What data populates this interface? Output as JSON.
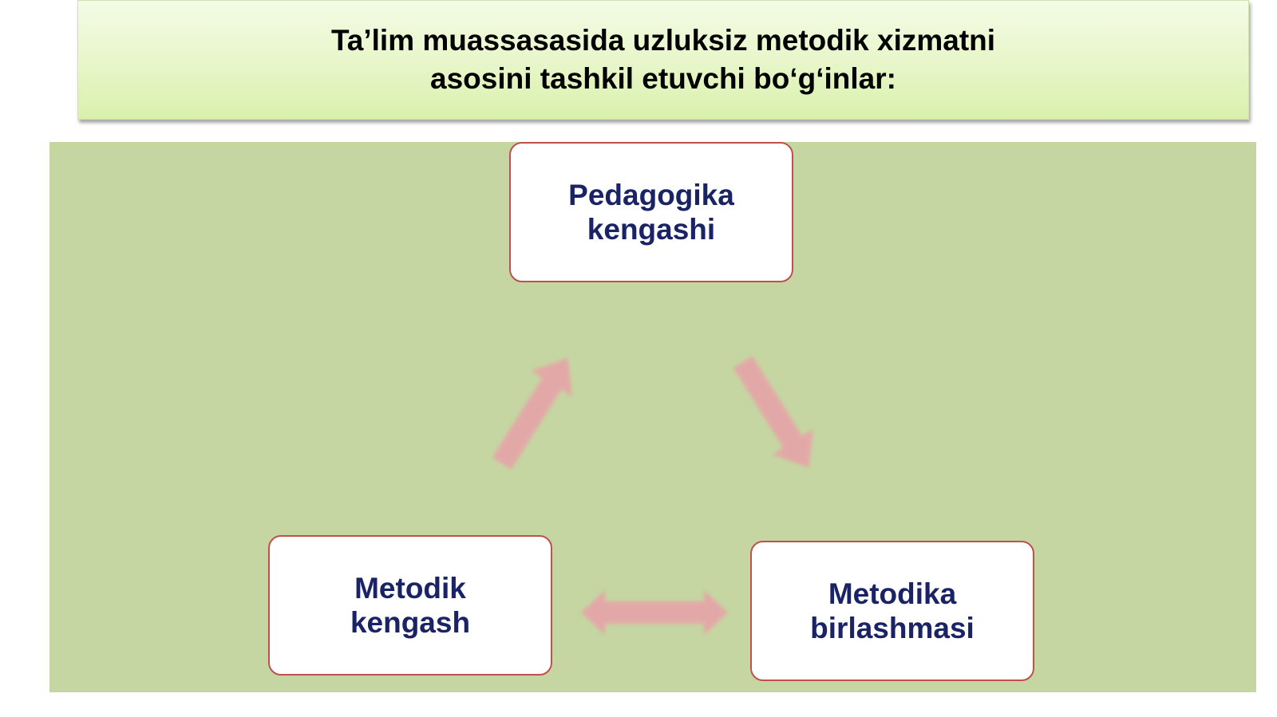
{
  "title": {
    "line1": "Ta’lim muassasasida uzluksiz metodik xizmatni",
    "line2": "asosini tashkil etuvchi bo‘g‘inlar:"
  },
  "nodes": {
    "top": {
      "line1": "Pedagogika",
      "line2": "kengashi"
    },
    "left": {
      "line1": "Metodik",
      "line2": "kengash"
    },
    "right": {
      "line1": "Metodika",
      "line2": "birlashmasi"
    }
  },
  "colors": {
    "title_gradient_top": "#f4fbe6",
    "title_gradient_bottom": "#d9f0ac",
    "panel_background": "#c6d6a2",
    "node_border": "#c0504d",
    "node_text": "#1a2366",
    "arrow_fill": "#e8a0a8"
  }
}
